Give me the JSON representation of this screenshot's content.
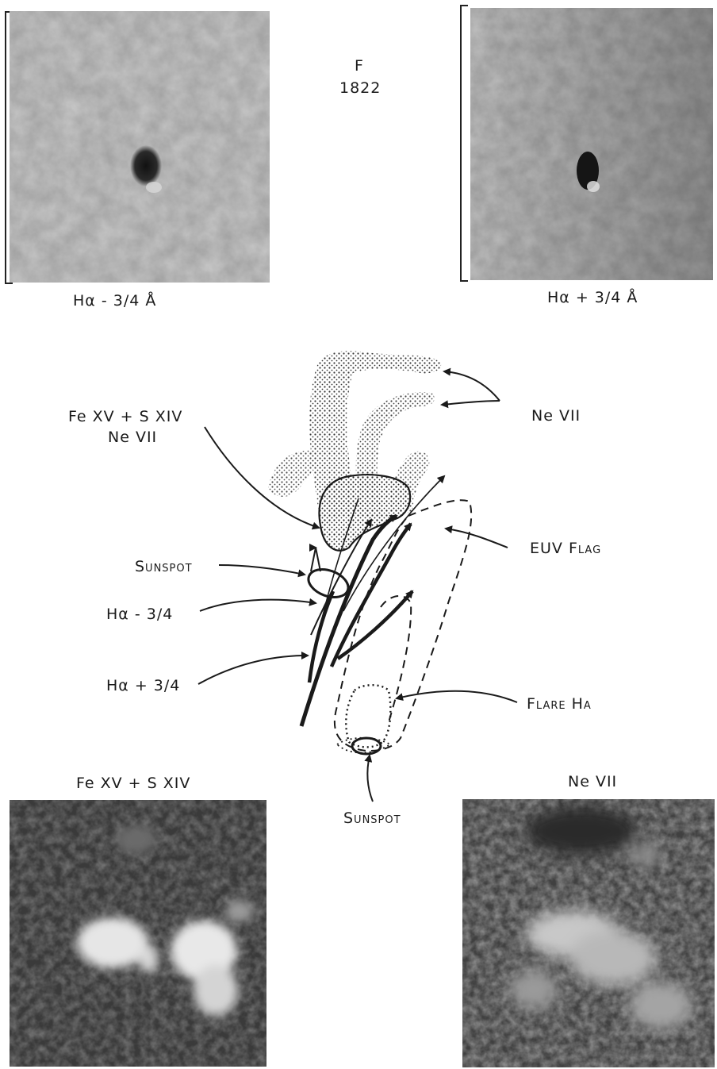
{
  "figure": {
    "id_letter": "F",
    "id_number": "1822"
  },
  "panels": {
    "top_left": {
      "label": "Hα - 3/4 Å"
    },
    "top_right": {
      "label": "Hα + 3/4 Å"
    },
    "bottom_left": {
      "label": "Fe XV + S XIV"
    },
    "bottom_right": {
      "label": "Ne VII"
    }
  },
  "diagram": {
    "labels": {
      "fe_ne": [
        "Fe XV + S XIV",
        "Ne VII"
      ],
      "ne_vii": "Ne VII",
      "sunspot_upper": "Sunspot",
      "euv_flag": "EUV Flag",
      "ha_minus": "Hα - 3/4",
      "ha_plus": "Hα + 3/4",
      "flare_ha": "Flare Hα",
      "sunspot_lower": "Sunspot"
    }
  },
  "colors": {
    "ink": "#1a1a1a",
    "photo_gray": "#8d8d8d",
    "euv_dark": "#333333",
    "euv_bright": "#e6e6e6"
  }
}
